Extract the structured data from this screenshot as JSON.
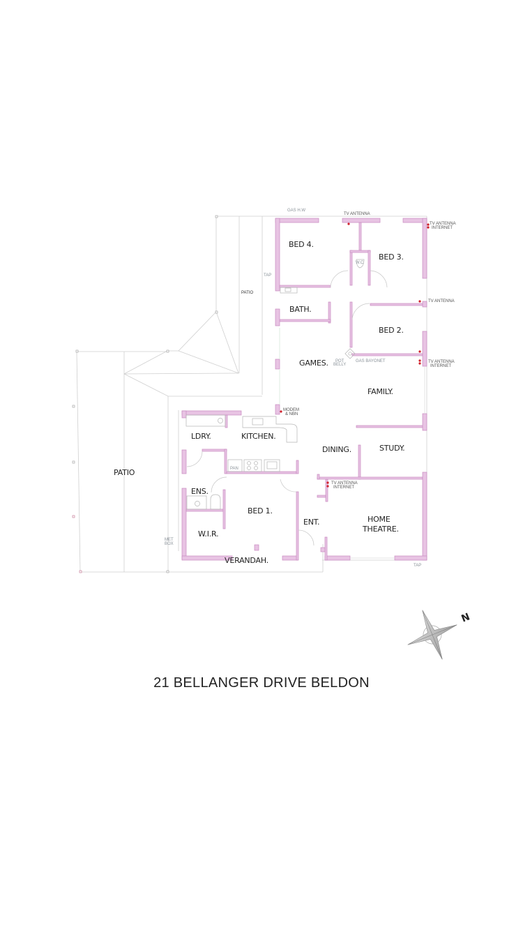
{
  "title": "21 BELLANGER DRIVE BELDON",
  "colors": {
    "wall_fill": "#e8c3e3",
    "wall_stroke": "#c88ac0",
    "outline": "#c9c9c9",
    "outlet": "#d0202a",
    "text": "#222222",
    "annotation": "#8a9299"
  },
  "rooms": {
    "bed4": "BED 4.",
    "bed3": "BED 3.",
    "bed2": "BED 2.",
    "bed1": "BED 1.",
    "bath": "BATH.",
    "games": "GAMES.",
    "family": "FAMILY.",
    "kitchen": "KITCHEN.",
    "ldry": "LDRY.",
    "dining": "DINING.",
    "study": "STUDY.",
    "ens": "ENS.",
    "wir": "W.I.R.",
    "ent": "ENT.",
    "home_theatre_1": "HOME",
    "home_theatre_2": "THEATRE.",
    "verandah": "VERANDAH.",
    "patio_west": "PATIO",
    "patio_north": "PATIO"
  },
  "annotations": {
    "gas_hw": "GAS H.W",
    "tv_antenna_top": "TV ANTENNA",
    "tv_antenna_ne_1": "TV ANTENNA",
    "tv_antenna_ne_2": "INTERNET",
    "tv_antenna_bed3": "TV ANTENNA",
    "tv_antenna_bed2_1": "TV ANTENNA",
    "tv_antenna_bed2_2": "INTERNET",
    "tv_antenna_theatre_1": "TV ANTENNA",
    "tv_antenna_theatre_2": "INTERNET",
    "tap_north": "TAP",
    "tap_south": "TAP",
    "wc": "W.C",
    "pot_belly_1": "POT",
    "pot_belly_2": "BELLY",
    "gas_bayonet": "GAS BAYONET",
    "modem_1": "MODEM",
    "modem_2": "& NBN",
    "pan": "PAN",
    "met_box_1": "MET",
    "met_box_2": "BOX"
  },
  "compass": {
    "label": "N"
  }
}
